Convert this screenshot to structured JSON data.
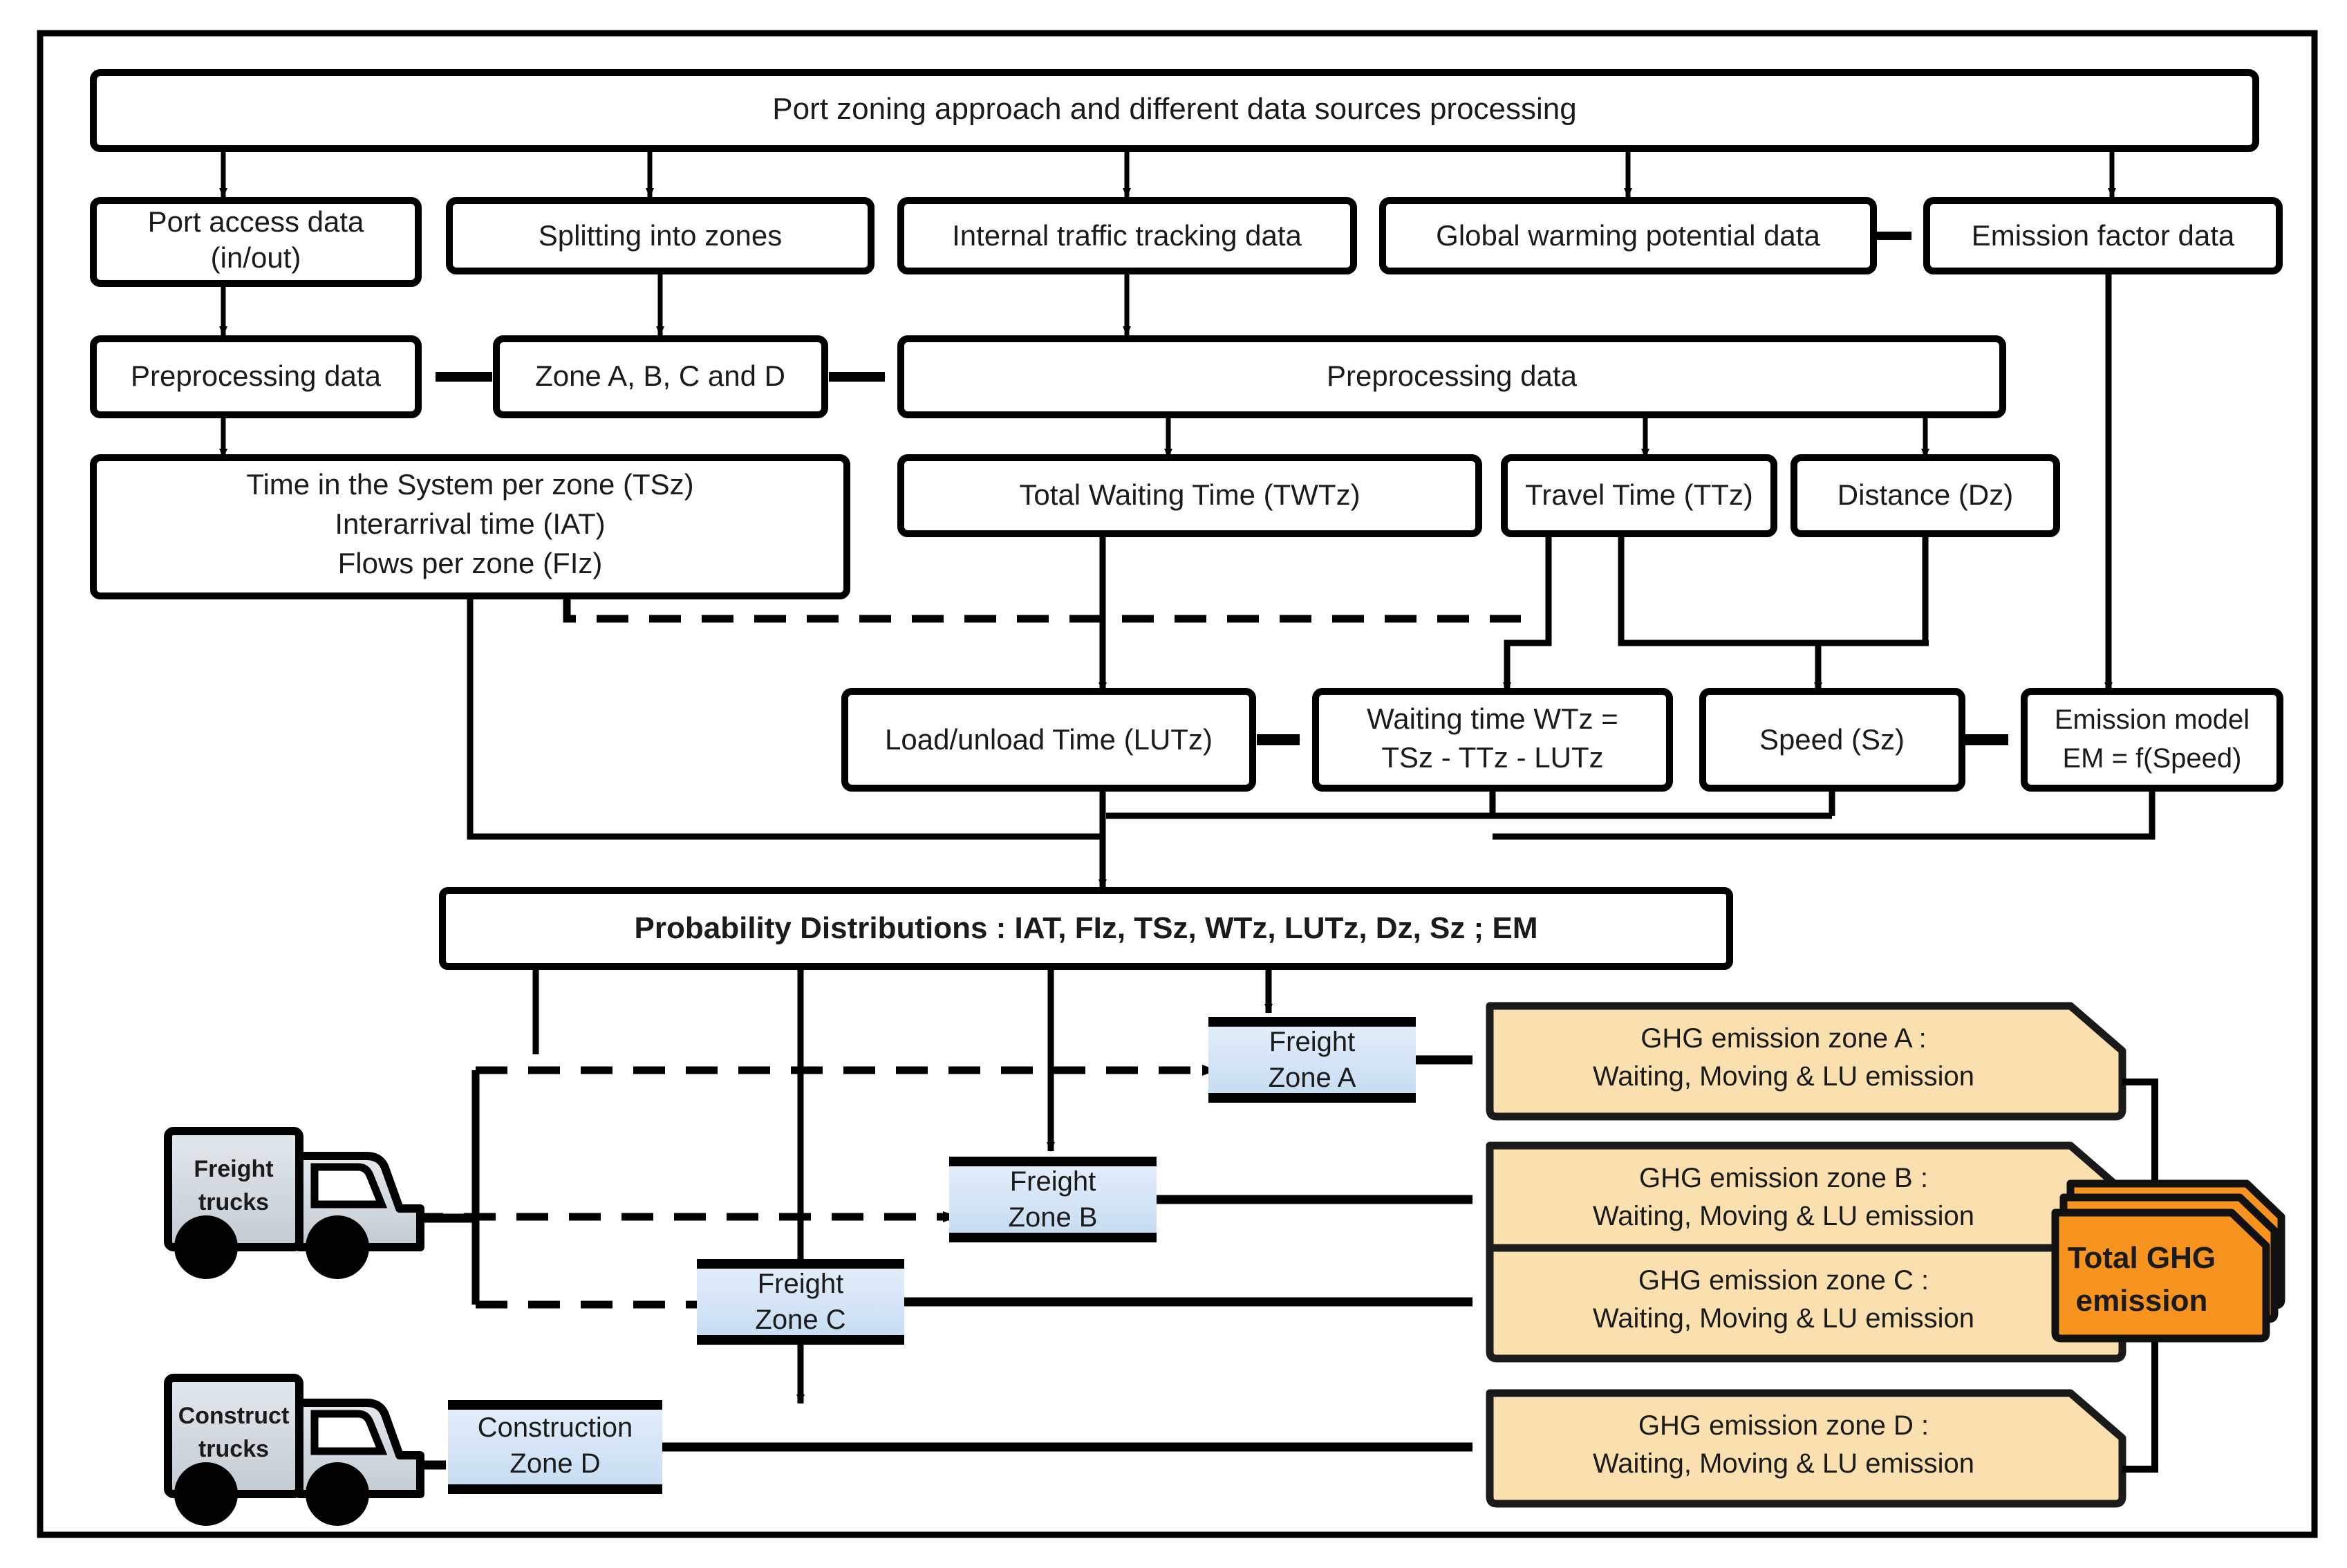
{
  "diagram": {
    "title_box": {
      "label": "Port zoning approach and different data sources processing"
    },
    "sources_row": [
      {
        "id": "port-access-data",
        "label_line1": "Port access data",
        "label_line2": "(in/out)"
      },
      {
        "id": "splitting-into-zones",
        "label_line1": "Splitting into zones",
        "label_line2": ""
      },
      {
        "id": "internal-traffic-tracking-data",
        "label_line1": "Internal traffic tracking data",
        "label_line2": ""
      },
      {
        "id": "global-warming-potential-data",
        "label_line1": "Global warming potential data",
        "label_line2": ""
      },
      {
        "id": "emission-factor-data",
        "label_line1": "Emission factor data",
        "label_line2": ""
      }
    ],
    "preprocess_row": [
      {
        "id": "preprocessing-data-left",
        "label": "Preprocessing data"
      },
      {
        "id": "zone-abcd",
        "label": "Zone A, B, C and D"
      },
      {
        "id": "preprocessing-data-right",
        "label": "Preprocessing data"
      }
    ],
    "metrics_row": {
      "time_box": {
        "line1": "Time in the System  per zone (TSz)",
        "line2": "Interarrival time (IAT)",
        "line3": "Flows per zone (FIz)"
      },
      "total_waiting_time": "Total Waiting Time (TWTz)",
      "travel_time": "Travel Time  (TTz)",
      "distance": "Distance (Dz)"
    },
    "compute_row": [
      {
        "id": "load-unload-time",
        "line1": "Load/unload Time (LUTz)",
        "line2": ""
      },
      {
        "id": "waiting-time",
        "line1": "Waiting time WTz  =",
        "line2": "TSz - TTz - LUTz"
      },
      {
        "id": "speed",
        "line1": "Speed (Sz)",
        "line2": ""
      },
      {
        "id": "emission-model",
        "line1": "Emission model",
        "line2": "EM = f(Speed)"
      }
    ],
    "probability_box": {
      "label": "Probability Distributions : IAT, FIz, TSz, WTz, LUTz, Dz, Sz ; EM"
    },
    "trucks": [
      {
        "id": "freight-trucks",
        "line1": "Freight",
        "line2": "trucks"
      },
      {
        "id": "construct-trucks",
        "line1": "Construct",
        "line2": "trucks"
      }
    ],
    "zones": [
      {
        "id": "freight-zone-a",
        "line1": "Freight",
        "line2": "Zone A"
      },
      {
        "id": "freight-zone-b",
        "line1": "Freight",
        "line2": "Zone B"
      },
      {
        "id": "freight-zone-c",
        "line1": "Freight",
        "line2": "Zone C"
      },
      {
        "id": "construction-zone-d",
        "line1": "Construction",
        "line2": "Zone D"
      }
    ],
    "ghg_boxes": [
      {
        "id": "ghg-zone-a",
        "line1": "GHG emission zone A :",
        "line2": "Waiting, Moving & LU emission"
      },
      {
        "id": "ghg-zone-b",
        "line1": "GHG emission zone B :",
        "line2": "Waiting, Moving & LU emission"
      },
      {
        "id": "ghg-zone-c",
        "line1": "GHG emission zone C :",
        "line2": "Waiting, Moving & LU emission"
      },
      {
        "id": "ghg-zone-d",
        "line1": "GHG emission zone D :",
        "line2": "Waiting, Moving & LU emission"
      }
    ],
    "total_box": {
      "line1": "Total GHG",
      "line2": "emission"
    },
    "colors": {
      "zone_fill": "#cfe2f3",
      "ghg_fill": "#fae0ae",
      "total_fill": "#f79420",
      "truck_fill": "#d3d9de",
      "stroke": "#000000",
      "text": "#1b1b1b",
      "background": "#ffffff"
    }
  }
}
